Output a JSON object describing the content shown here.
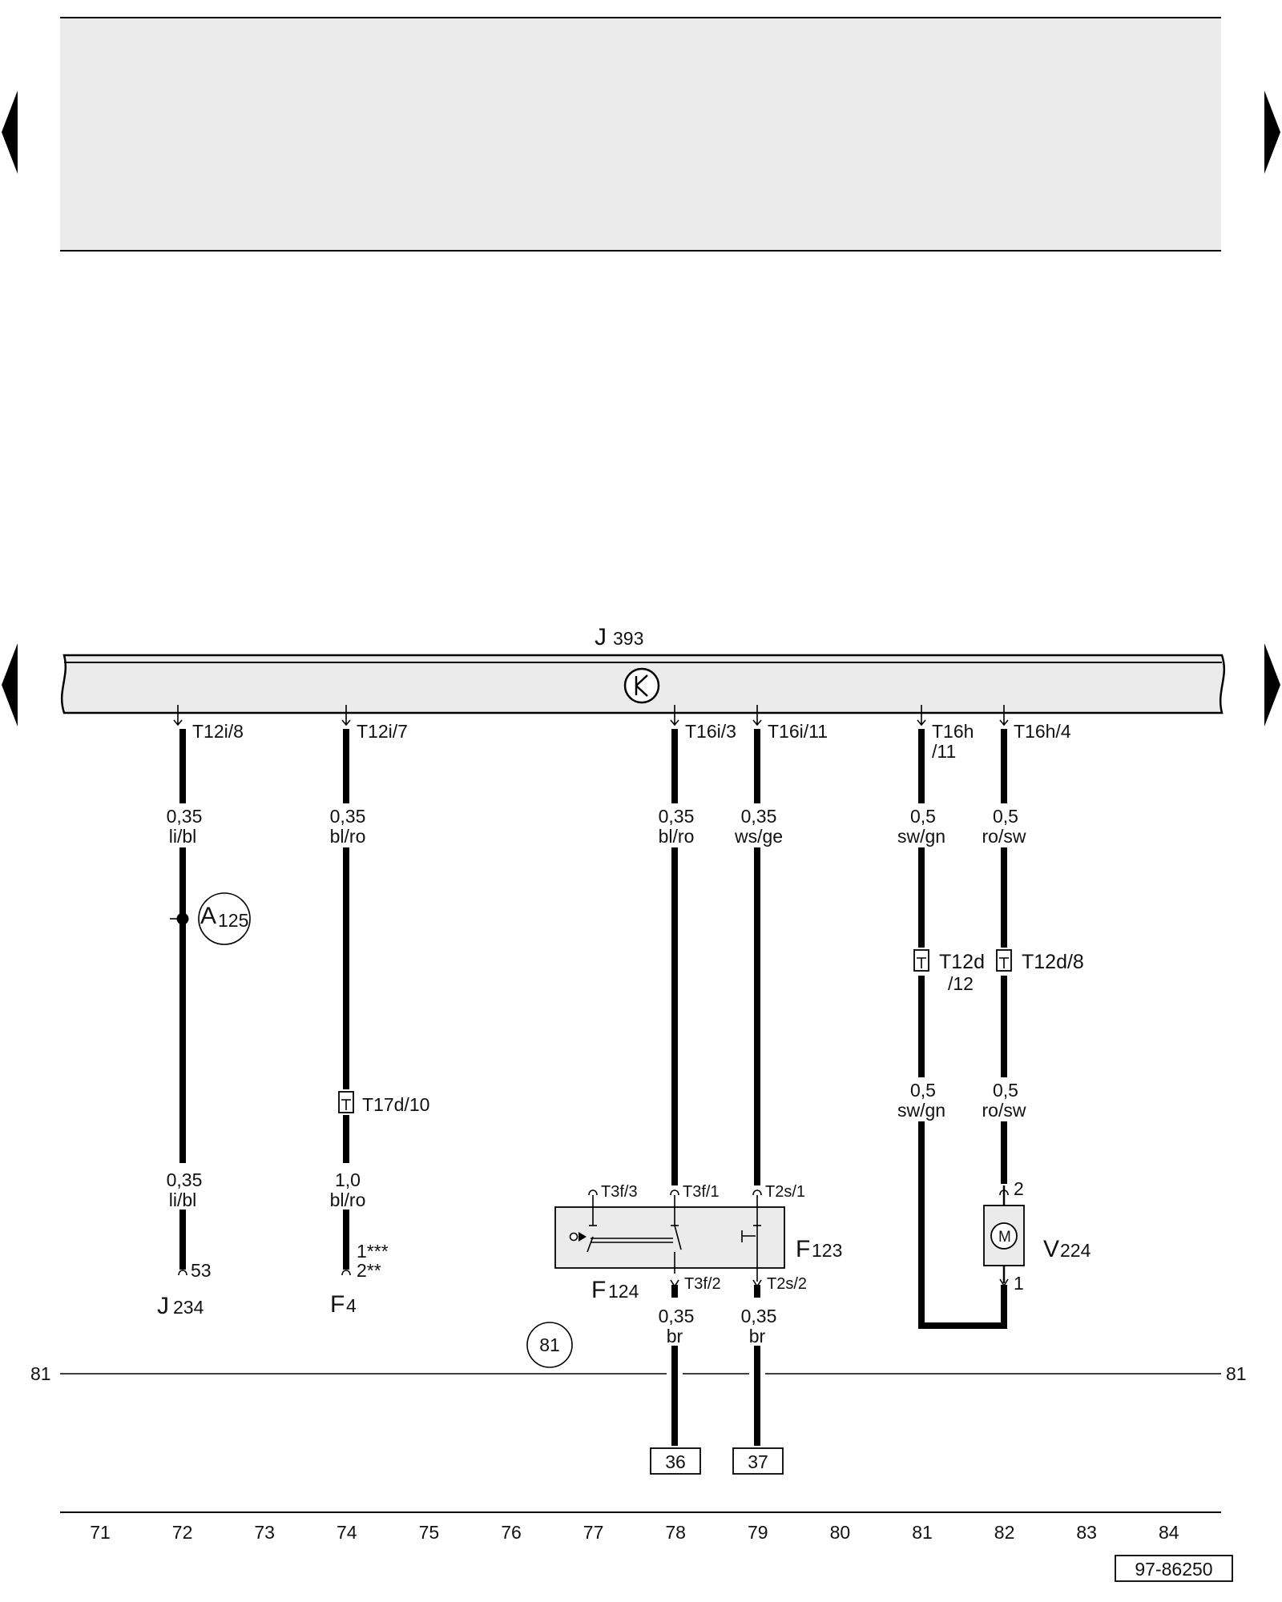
{
  "diagram_id": "97-86250",
  "control_unit": {
    "prefix": "J",
    "number": "393"
  },
  "terminals": {
    "t72": "T12i/8",
    "t74": "T12i/7",
    "t78": "T16i/3",
    "t79": "T16i/11",
    "t81a": "T16h",
    "t81b": "/11",
    "t82": "T16h/4"
  },
  "wires": {
    "w72a": {
      "size": "0,35",
      "color": "li/bl"
    },
    "w72b": {
      "size": "0,35",
      "color": "li/bl"
    },
    "w74a": {
      "size": "0,35",
      "color": "bl/ro"
    },
    "w74b": {
      "size": "1,0",
      "color": "bl/ro"
    },
    "w78a": {
      "size": "0,35",
      "color": "bl/ro"
    },
    "w78b": {
      "size": "0,35",
      "color": "br"
    },
    "w79a": {
      "size": "0,35",
      "color": "ws/ge"
    },
    "w79b": {
      "size": "0,35",
      "color": "br"
    },
    "w81a": {
      "size": "0,5",
      "color": "sw/gn"
    },
    "w81b": {
      "size": "0,5",
      "color": "sw/gn"
    },
    "w82a": {
      "size": "0,5",
      "color": "ro/sw"
    },
    "w82b": {
      "size": "0,5",
      "color": "ro/sw"
    }
  },
  "connectors": {
    "c81a": "T12d",
    "c81b": "/12",
    "c82": "T12d/8",
    "c74": "T17d/10"
  },
  "splice": {
    "prefix": "A",
    "number": "125"
  },
  "components": {
    "j234": {
      "prefix": "J",
      "number": "234",
      "pin": "53"
    },
    "f4": {
      "prefix": "F",
      "number": "4",
      "pin1": "1***",
      "pin2": "2**"
    },
    "f124": {
      "prefix": "F",
      "number": "124",
      "pin_a": "T3f/3",
      "pin_b": "T3f/1",
      "pin_c": "T3f/2"
    },
    "f123": {
      "prefix": "F",
      "number": "123",
      "pin_a": "T2s/1",
      "pin_b": "T2s/2"
    },
    "v224": {
      "prefix": "V",
      "number": "224",
      "pin_top": "2",
      "pin_bottom": "1",
      "symbol": "M"
    }
  },
  "ground": {
    "line_label": "81",
    "circle_label": "81"
  },
  "continuations": [
    "36",
    "37"
  ],
  "track_numbers": [
    "71",
    "72",
    "73",
    "74",
    "75",
    "76",
    "77",
    "78",
    "79",
    "80",
    "81",
    "82",
    "83",
    "84"
  ],
  "colors": {
    "ink": "#000000",
    "panel": "#ebebeb",
    "bar": "#ebebeb",
    "component_fill": "#ebebeb"
  },
  "icons": [
    "prev-page-arrow-icon",
    "next-page-arrow-icon",
    "control-unit-symbol-icon",
    "motor-symbol-icon"
  ]
}
